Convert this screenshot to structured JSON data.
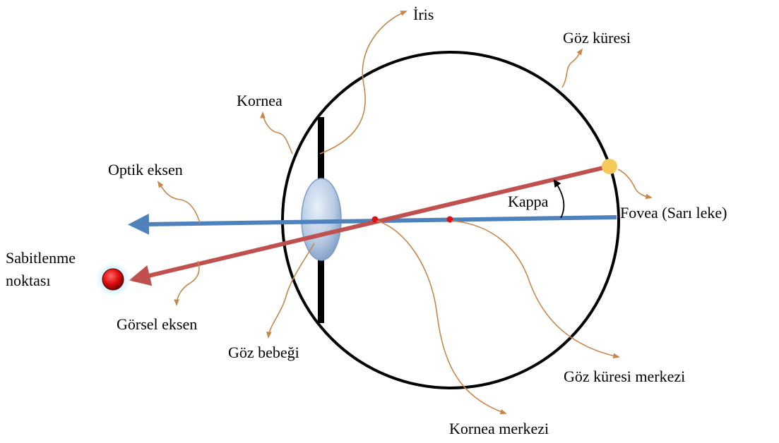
{
  "labels": {
    "iris": "İris",
    "eyeball": "Göz küresi",
    "cornea": "Kornea",
    "optical_axis": "Optik eksen",
    "kappa": "Kappa",
    "fovea": "Fovea (Sarı leke)",
    "fixation_line1": "Sabitlenme",
    "fixation_line2": "noktası",
    "visual_axis": "Görsel eksen",
    "pupil": "Göz bebeği",
    "eyeball_center": "Göz küresi merkezi",
    "cornea_center": "Kornea merkezi"
  },
  "colors": {
    "optical_axis": "#4f81bd",
    "visual_axis": "#c0504d",
    "leader": "#c8874a",
    "fovea": "#f5c95a",
    "fixation_point": "#e01010",
    "lens": "#b8cce4"
  }
}
